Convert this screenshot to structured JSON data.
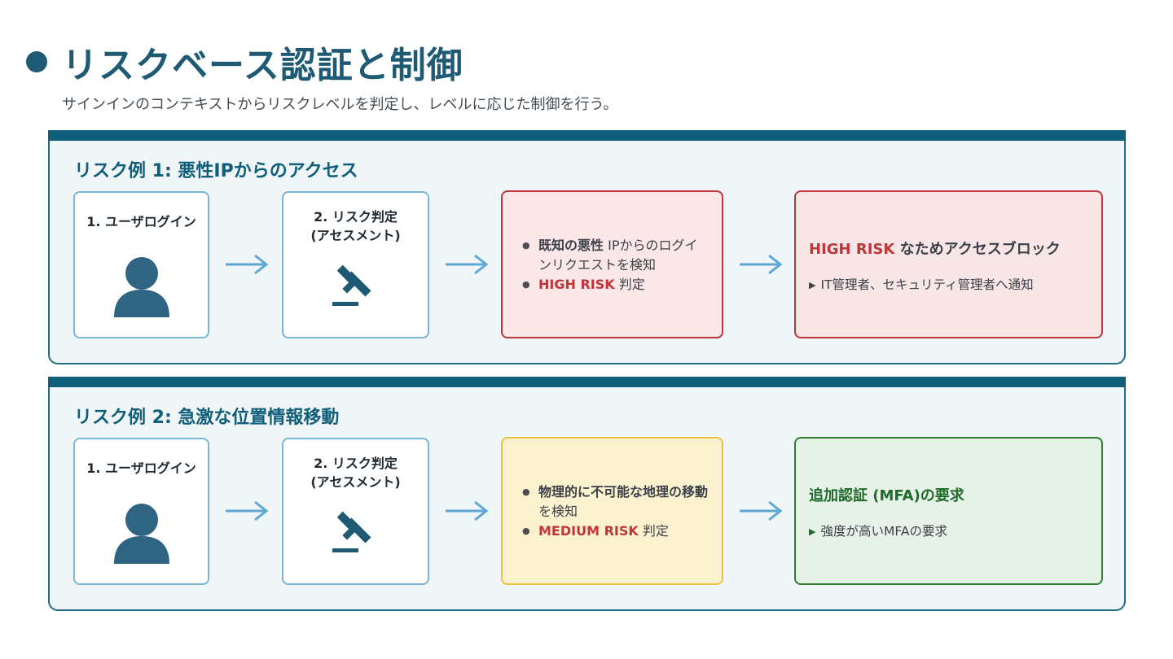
{
  "header": {
    "title": "リスクベース認証と制御",
    "subtitle": "サインインのコンテキストからリスクレベルを判定し、レベルに応じた制御を行う。"
  },
  "sections": [
    {
      "title": "リスク例 1: 悪性IPからのアクセス",
      "login_label": "1. ユーザログイン",
      "assess_label_line1": "2. リスク判定",
      "assess_label_line2": "(アセスメント)",
      "detect_line1_bold": "既知の悪性",
      "detect_line1_rest": " IPからのログインリクエストを検知",
      "detect_line2_risk": "HIGH RISK",
      "detect_line2_rest": " 判定",
      "result_title_risk": "HIGH RISK",
      "result_title_rest": " なためアクセスブロック",
      "result_item": "IT管理者、セキュリティ管理者へ通知",
      "accent": "#c0353a"
    },
    {
      "title": "リスク例 2: 急激な位置情報移動",
      "login_label": "1. ユーザログイン",
      "assess_label_line1": "2. リスク判定",
      "assess_label_line2": "(アセスメント)",
      "detect_line1_bold": "物理的に不可能な地理の移動",
      "detect_line1_rest": " を検知",
      "detect_line2_risk": "MEDIUM RISK",
      "detect_line2_rest": " 判定",
      "result_title": "追加認証 (MFA)の要求",
      "result_item": "強度が高いMFAの要求",
      "accent": "#2e7d32"
    }
  ],
  "colors": {
    "primary": "#1e5a73",
    "section_bar": "#0f5f7a",
    "arrow": "#5ea8d3",
    "high_risk": "#c0353a",
    "medium_risk_bg": "#fdf2cf",
    "success": "#2e7d32"
  },
  "icons": [
    "user-icon",
    "gavel-icon",
    "arrow-right-icon"
  ]
}
